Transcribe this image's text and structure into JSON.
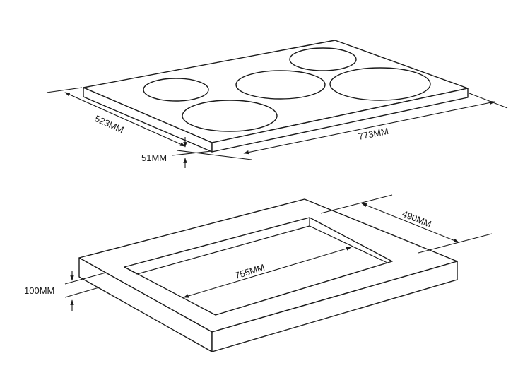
{
  "diagram": {
    "colors": {
      "line": "#1a1a1a",
      "background": "#ffffff"
    },
    "hob": {
      "depth_label": "523MM",
      "width_label": "773MM",
      "thickness_label": "51MM",
      "burners": [
        "burner-rear-left",
        "burner-rear-center",
        "burner-rear-right",
        "burner-front-left",
        "burner-front-right"
      ]
    },
    "cutout": {
      "width_label": "755MM",
      "depth_label": "490MM",
      "height_label": "100MM"
    }
  }
}
